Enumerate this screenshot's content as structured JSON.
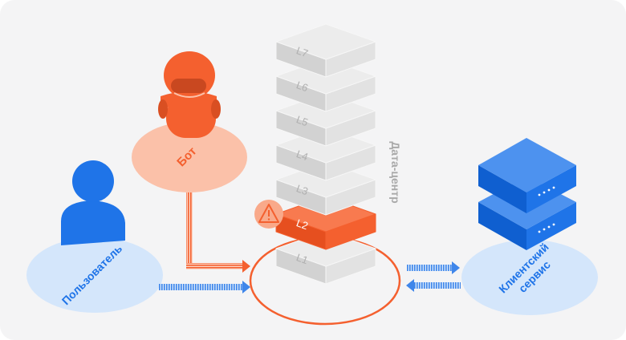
{
  "actors": {
    "user": {
      "label": "Пользователь",
      "icon": "person-icon"
    },
    "bot": {
      "label": "Бот",
      "icon": "robot-icon"
    },
    "client_service": {
      "label": "Клиентский\nсервис",
      "icon": "server-icon"
    }
  },
  "datacenter": {
    "label": "Дата-центр",
    "layers": [
      "L7",
      "L6",
      "L5",
      "L4",
      "L3",
      "L2",
      "L1"
    ],
    "highlighted_layer": "L2",
    "warning_icon": "warning-icon"
  },
  "colors": {
    "background": "#f4f4f5",
    "accent_orange": "#f4602f",
    "bot_circle": "#fbc1a9",
    "user_blue": "#1f74e8",
    "light_blue": "#d4e6fb",
    "arrow_blue": "#3f86ea",
    "layer_gray": "#dcdcdc",
    "layer_text": "#b0b0b0",
    "datacenter_label": "#a9a9a9"
  }
}
